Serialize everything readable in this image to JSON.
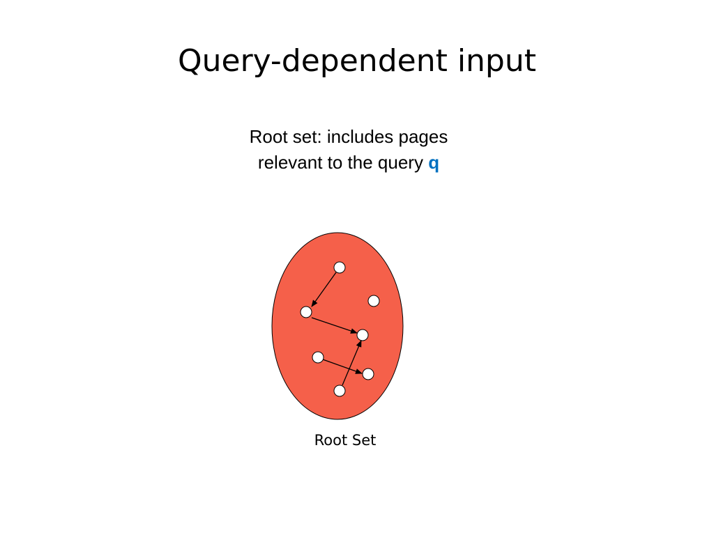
{
  "slide": {
    "title": "Query-dependent input",
    "caption_line1": "Root set: includes pages",
    "caption_line2_prefix": "relevant to the query ",
    "caption_query_symbol": "q",
    "set_label": "Root Set"
  },
  "colors": {
    "set_fill": "#f5604a",
    "node_fill": "#ffffff",
    "edge": "#000000",
    "query_symbol": "#0070c0"
  }
}
